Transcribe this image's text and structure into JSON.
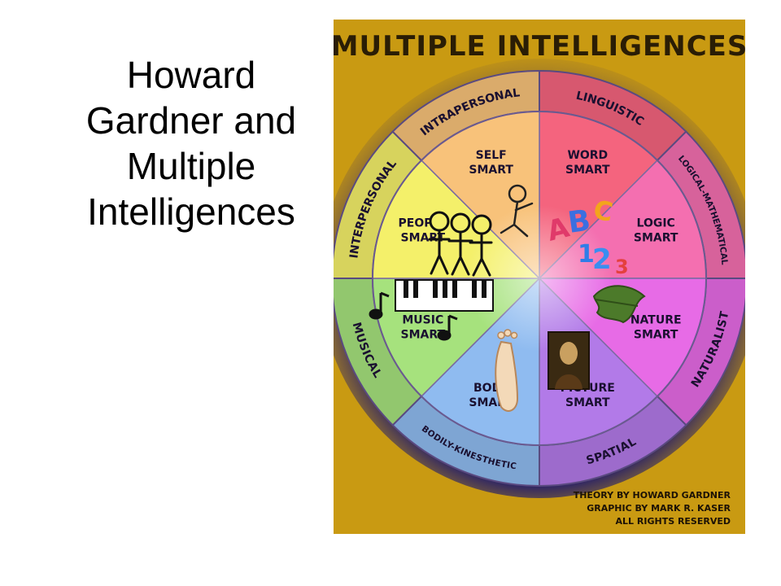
{
  "slide": {
    "title_lines": [
      "Howard",
      "Gardner and",
      "Multiple",
      "Intelligences"
    ]
  },
  "poster": {
    "heading": "MULTIPLE INTELLIGENCES",
    "background_color": "#c99a12",
    "sectors": [
      {
        "id": "linguistic",
        "ring": "LINGUISTIC",
        "line1": "WORD",
        "line2": "SMART",
        "color": "#f4647e"
      },
      {
        "id": "logical",
        "ring": "LOGICAL-MATHEMATICAL",
        "line1": "LOGIC",
        "line2": "SMART",
        "color": "#f46fb0"
      },
      {
        "id": "naturalist",
        "ring": "NATURALIST",
        "line1": "NATURE",
        "line2": "SMART",
        "color": "#e76be6"
      },
      {
        "id": "spatial",
        "ring": "SPATIAL",
        "line1": "PICTURE",
        "line2": "SMART",
        "color": "#b27ae8"
      },
      {
        "id": "bodily",
        "ring": "BODILY-KINESTHETIC",
        "line1": "BODY",
        "line2": "SMART",
        "color": "#8fbbf0"
      },
      {
        "id": "musical",
        "ring": "MUSICAL",
        "line1": "MUSIC",
        "line2": "SMART",
        "color": "#a6e27d"
      },
      {
        "id": "interpersonal",
        "ring": "INTERPERSONAL",
        "line1": "PEOPLE",
        "line2": "SMART",
        "color": "#f4f06a"
      },
      {
        "id": "intrapersonal",
        "ring": "INTRAPERSONAL",
        "line1": "SELF",
        "line2": "SMART",
        "color": "#f8c27a"
      }
    ],
    "center_letters": {
      "a": "A",
      "b": "B",
      "c": "C"
    },
    "center_numbers": {
      "n1": "1",
      "n2": "2",
      "n3": "3"
    },
    "credits": {
      "line1": "THEORY BY HOWARD GARDNER",
      "line2": "GRAPHIC BY MARK R. KASER",
      "line3": "ALL RIGHTS RESERVED"
    }
  }
}
